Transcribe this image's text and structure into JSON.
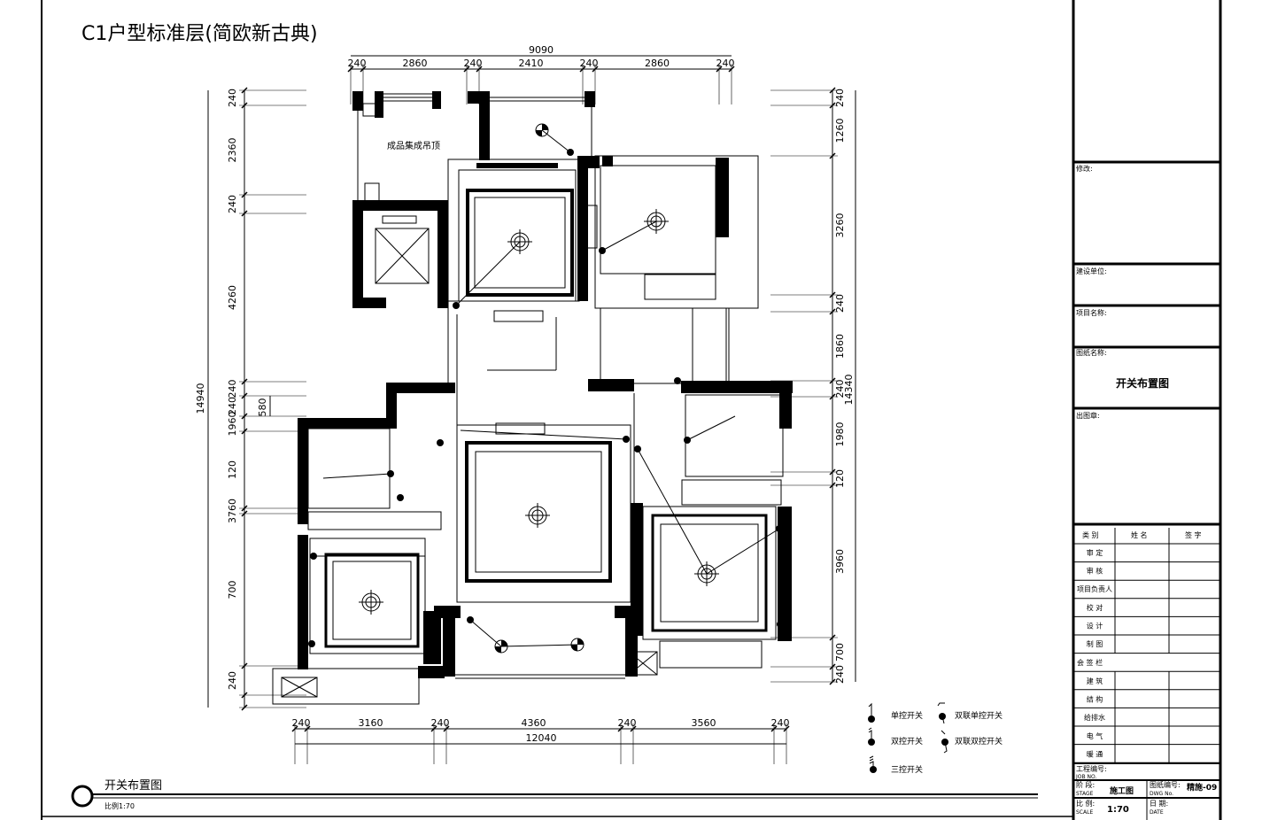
{
  "drawing_title": "C1户型标准层(简欧新古典)",
  "room_note": "成品集成吊顶",
  "dimensions": {
    "top_total": "9090",
    "top": [
      "240",
      "2860",
      "240",
      "2410",
      "240",
      "2860",
      "240"
    ],
    "bottom_total": "12040",
    "bottom": [
      "240",
      "3160",
      "240",
      "4360",
      "240",
      "3560",
      "240"
    ],
    "left_total": "14940",
    "left": [
      "240",
      "2360",
      "240",
      "4260",
      "240",
      "240",
      "1960",
      "120",
      "3760",
      "700",
      "240"
    ],
    "left_extra": "580",
    "right_total": "14340",
    "right": [
      "240",
      "1260",
      "3260",
      "240",
      "1860",
      "240",
      "1980",
      "120",
      "3960",
      "700",
      "240"
    ]
  },
  "legend": [
    {
      "label": "单控开关",
      "icon": "single-switch"
    },
    {
      "label": "双联单控开关",
      "icon": "double-gang-single-switch"
    },
    {
      "label": "双控开关",
      "icon": "two-way-switch"
    },
    {
      "label": "双联双控开关",
      "icon": "double-gang-two-way-switch"
    },
    {
      "label": "三控开关",
      "icon": "triple-switch"
    }
  ],
  "plan_caption": {
    "title": "开关布置图",
    "scale": "比例1:70"
  },
  "title_block": {
    "revision_label": "修改:",
    "client_label": "建设单位:",
    "project_label": "项目名称:",
    "drawing_name_label": "图纸名称:",
    "drawing_name": "开关布置图",
    "issue_label": "出图章:",
    "table_headers": [
      "类 别",
      "姓 名",
      "签 字"
    ],
    "table_rows": [
      "审 定",
      "审 核",
      "项目负责人",
      "校 对",
      "设 计",
      "制 图"
    ],
    "countersign_label": "会 签 栏",
    "countersign_rows": [
      "建 筑",
      "结 构",
      "给排水",
      "电 气",
      "暖 通"
    ],
    "job_no_label": "工程编号:",
    "job_no_label_en": "JOB NO.",
    "stage_label": "阶 段:",
    "stage_label_en": "STAGE",
    "stage_value": "施工图",
    "dwg_no_label": "图纸编号:",
    "dwg_no_label_en": "DWG No.",
    "dwg_no_value": "精施-09",
    "scale_label": "比 例:",
    "scale_label_en": "SCALE",
    "scale_value": "1:70",
    "date_label": "日 期:",
    "date_label_en": "DATE"
  }
}
